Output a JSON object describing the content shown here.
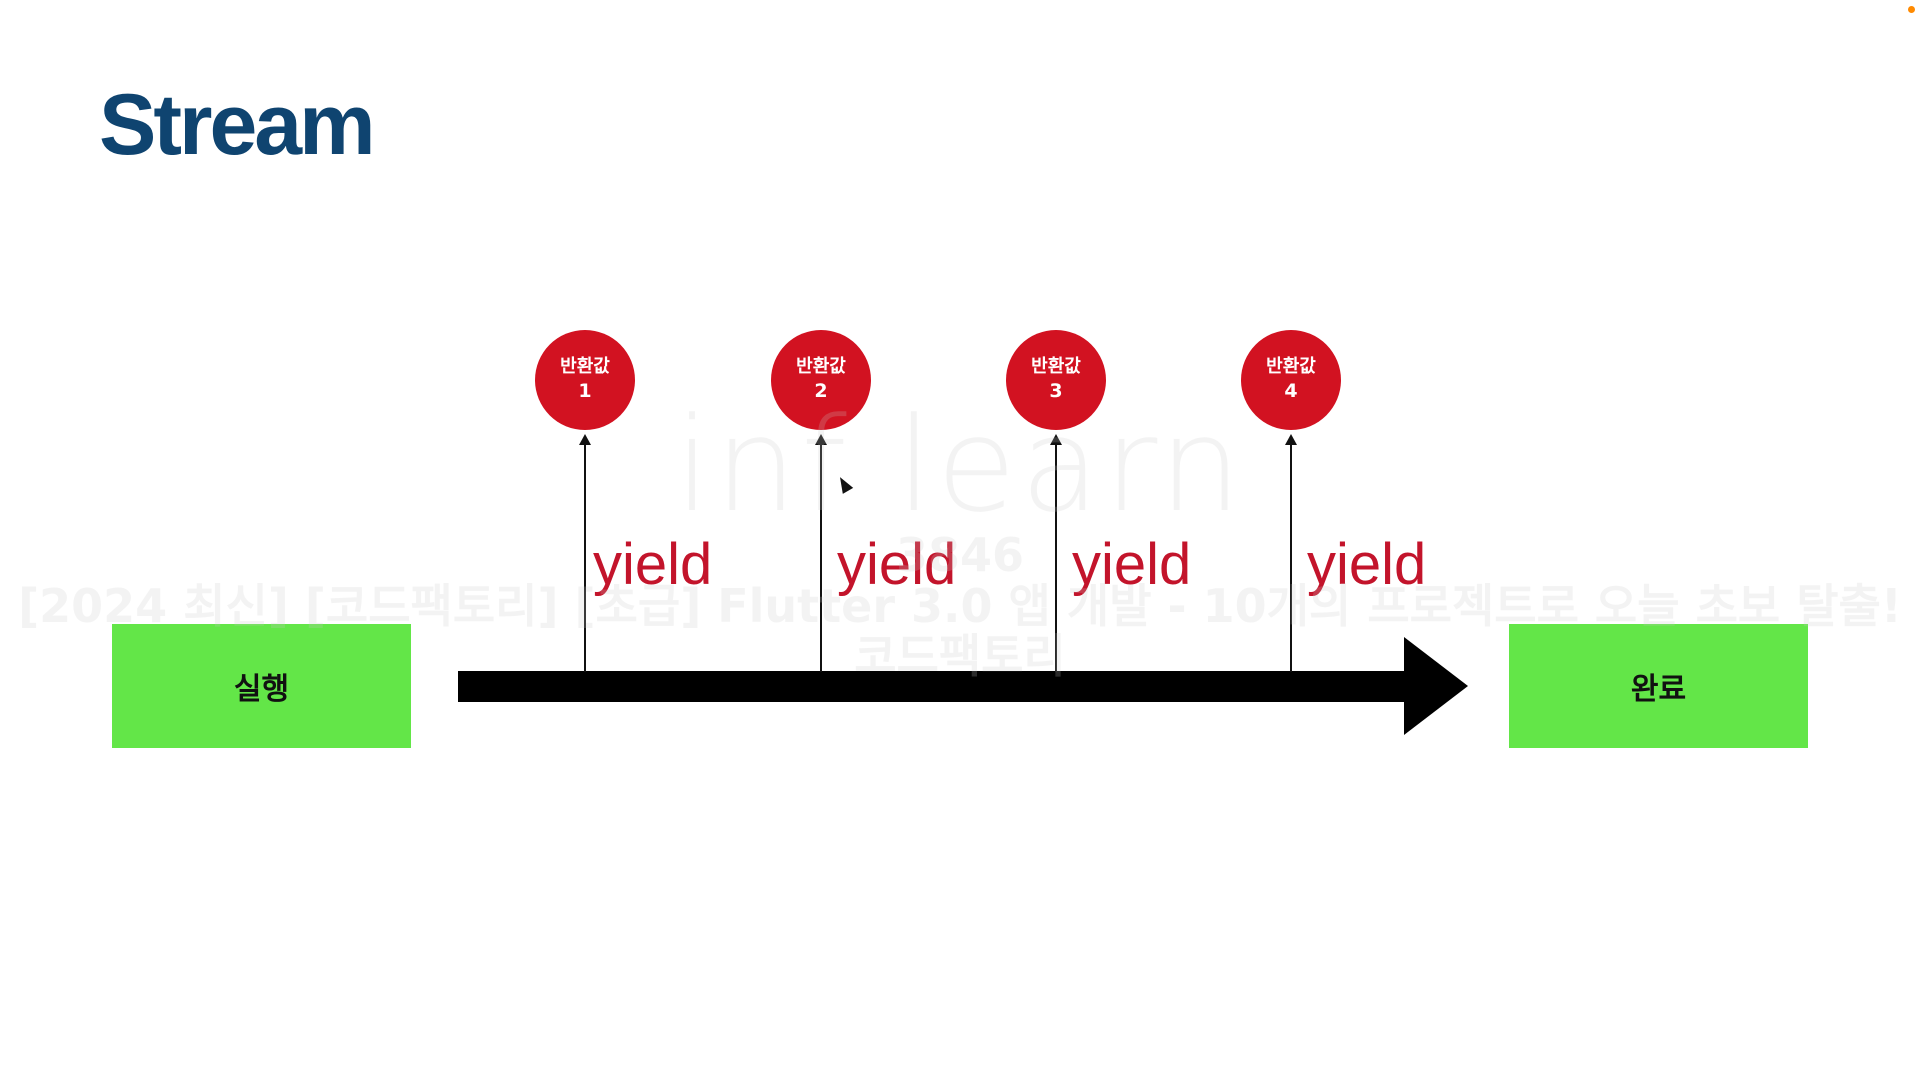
{
  "title": "Stream",
  "start_box": {
    "label": "실행"
  },
  "end_box": {
    "label": "완료"
  },
  "markers": [
    {
      "label": "반환값",
      "num": "1",
      "yield": "yield"
    },
    {
      "label": "반환값",
      "num": "2",
      "yield": "yield"
    },
    {
      "label": "반환값",
      "num": "3",
      "yield": "yield"
    },
    {
      "label": "반환값",
      "num": "4",
      "yield": "yield"
    }
  ],
  "watermark": {
    "logo": "inf learn",
    "id": "3846",
    "course": "[2024 최신] [코드팩토리] [초급] Flutter 3.0 앱 개발 - 10개의 프로젝트로 오늘 초보 탈출!",
    "author": "코드팩토리"
  },
  "colors": {
    "title": "#0f4470",
    "box": "#63e648",
    "circle": "#d21221",
    "yield": "#c3142b",
    "arrow": "#000000"
  }
}
